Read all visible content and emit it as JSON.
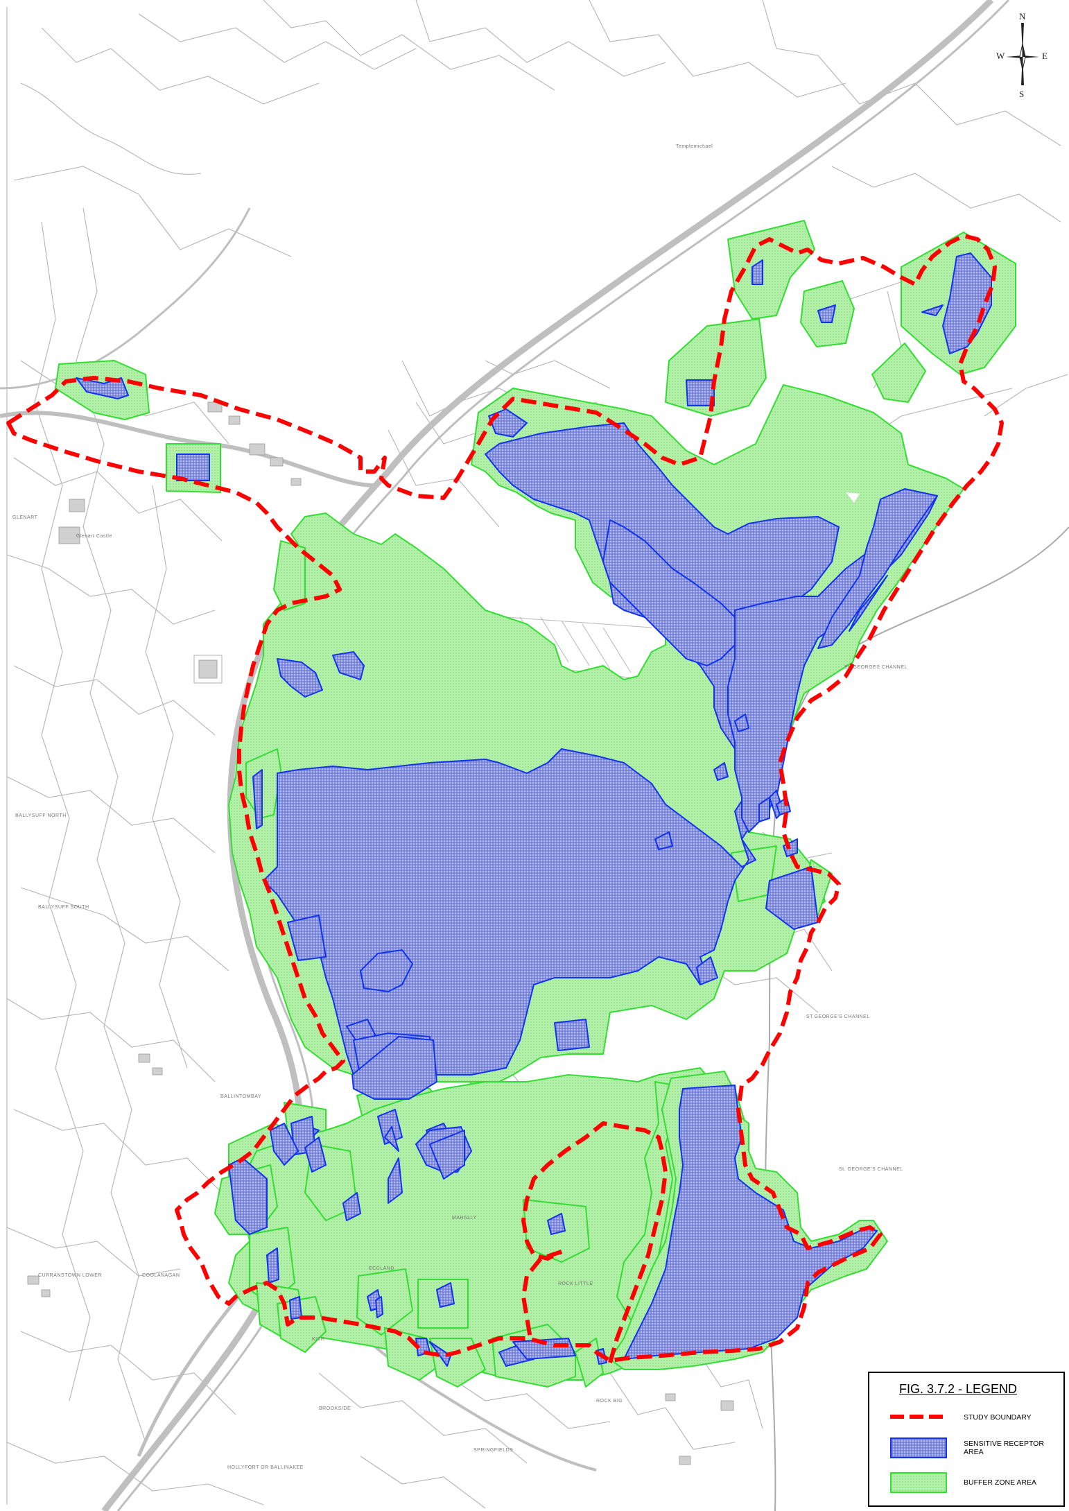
{
  "compass": {
    "north": "N",
    "south": "S",
    "east": "E",
    "west": "W"
  },
  "place_names": {
    "glenart": "GLENART",
    "ballysuff_north": "BALLYSUFF NORTH",
    "ballysuff_south": "BALLYSUFF SOUTH",
    "ballintombay": "BALLINTOMBAY",
    "curranstown_lower": "CURRANSTOWN LOWER",
    "coolanagan": "COOLANAGAN",
    "kish": "KISH",
    "ecclamd": "ECCLAND",
    "mahally": "MAHALLY",
    "rock_little": "ROCK LITTLE",
    "rock_big": "ROCK BIG",
    "hollyfort": "HOLLYFORT OR BALLINAKEE",
    "brooksis": "BROOKSIDE",
    "springfields": "SPRINGFIELDS",
    "st_georges_1": "St. GEORGES CHANNEL",
    "st_georges_2": "ST.GEORGE'S CHANNEL",
    "st_georges_3": "St. GEORGE'S CHANNEL",
    "tamplemichael": "Templemichael",
    "glenart_castle": "Glenart Castle"
  },
  "legend": {
    "title": "FIG. 3.7.2 - LEGEND",
    "items": [
      {
        "label": "STUDY BOUNDARY"
      },
      {
        "label_line1": "SENSITIVE RECEPTOR",
        "label_line2": "AREA"
      },
      {
        "label": "BUFFER ZONE AREA"
      }
    ]
  },
  "colors": {
    "study_boundary": "#ff0000",
    "sensitive_receptor_fill": "#7b86dd",
    "sensitive_receptor_edge": "#1133ee",
    "buffer_zone_fill": "#b8f0b0",
    "buffer_zone_edge": "#33dd33",
    "base_map_lines": "#aaaaaa",
    "road": "#c8c8c8"
  }
}
